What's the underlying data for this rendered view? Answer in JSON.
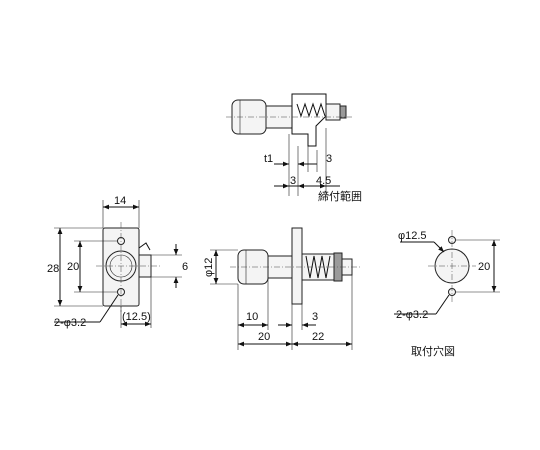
{
  "views": {
    "top": {
      "dims": {
        "t1": "t1",
        "three_a": "3",
        "three_b": "3",
        "four_five": "4.5"
      },
      "caption": "締付範囲"
    },
    "left": {
      "dims": {
        "width_14": "14",
        "height_28": "28",
        "height_20": "20",
        "six": "6",
        "offset": "(12.5)"
      },
      "hole_note": "2-φ3.2"
    },
    "center": {
      "dims": {
        "dia_12": "φ12",
        "ten": "10",
        "three": "3",
        "twenty": "20",
        "twenty_two": "22"
      }
    },
    "right": {
      "dims": {
        "dia_12_5": "φ12.5",
        "twenty": "20"
      },
      "hole_note": "2-φ3.2",
      "caption": "取付穴図"
    }
  }
}
